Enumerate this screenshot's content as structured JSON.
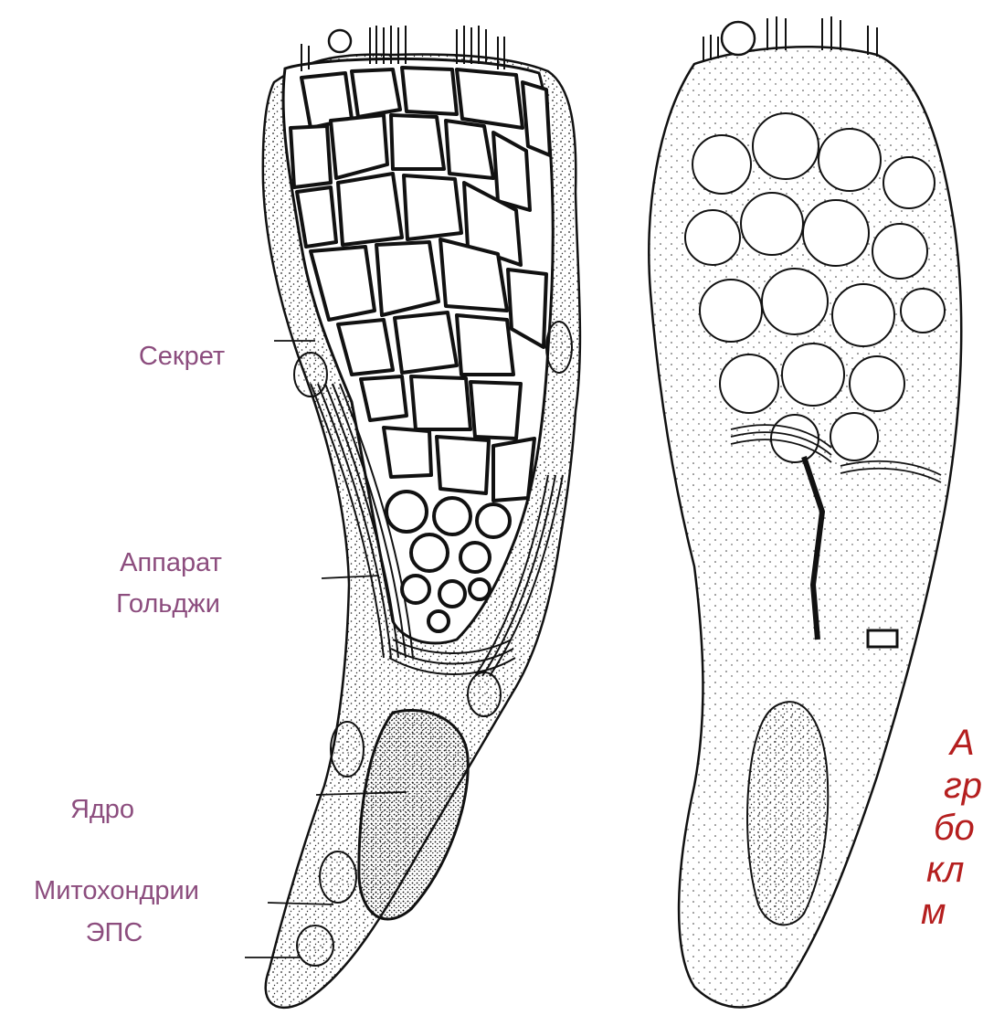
{
  "labels": {
    "secret": "Секрет",
    "golgi_line1": "Аппарат",
    "golgi_line2": "Гольджи",
    "nucleus": "Ядро",
    "mitochondria": "Митохондрии",
    "er": "ЭПС"
  },
  "caption": {
    "lines": [
      "А",
      "гр",
      "бо",
      "кл",
      "м"
    ]
  },
  "colors": {
    "label": "#8c4d7e",
    "caption": "#b51f1f",
    "ink": "#111111"
  }
}
